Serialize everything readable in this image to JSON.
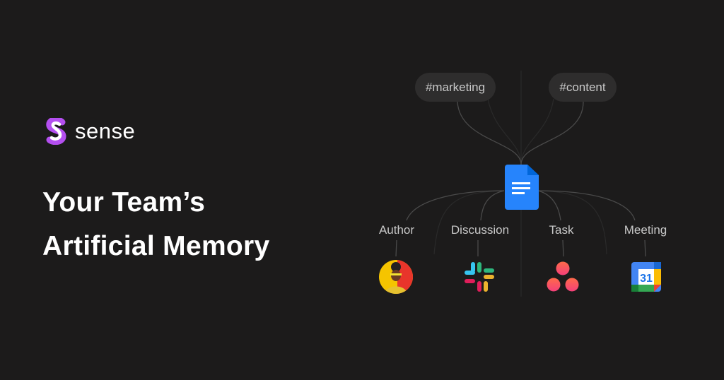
{
  "brand": {
    "name": "sense",
    "logo_color": "#b44ff0"
  },
  "headline": {
    "line1": "Your Team’s",
    "line2": "Artificial Memory"
  },
  "tags": [
    "#marketing",
    "#content"
  ],
  "document_icon": "google-docs-icon",
  "categories": [
    {
      "label": "Author",
      "icon": "author-avatar"
    },
    {
      "label": "Discussion",
      "icon": "slack-icon"
    },
    {
      "label": "Task",
      "icon": "asana-icon"
    },
    {
      "label": "Meeting",
      "icon": "google-calendar-icon",
      "icon_text": "31"
    }
  ]
}
